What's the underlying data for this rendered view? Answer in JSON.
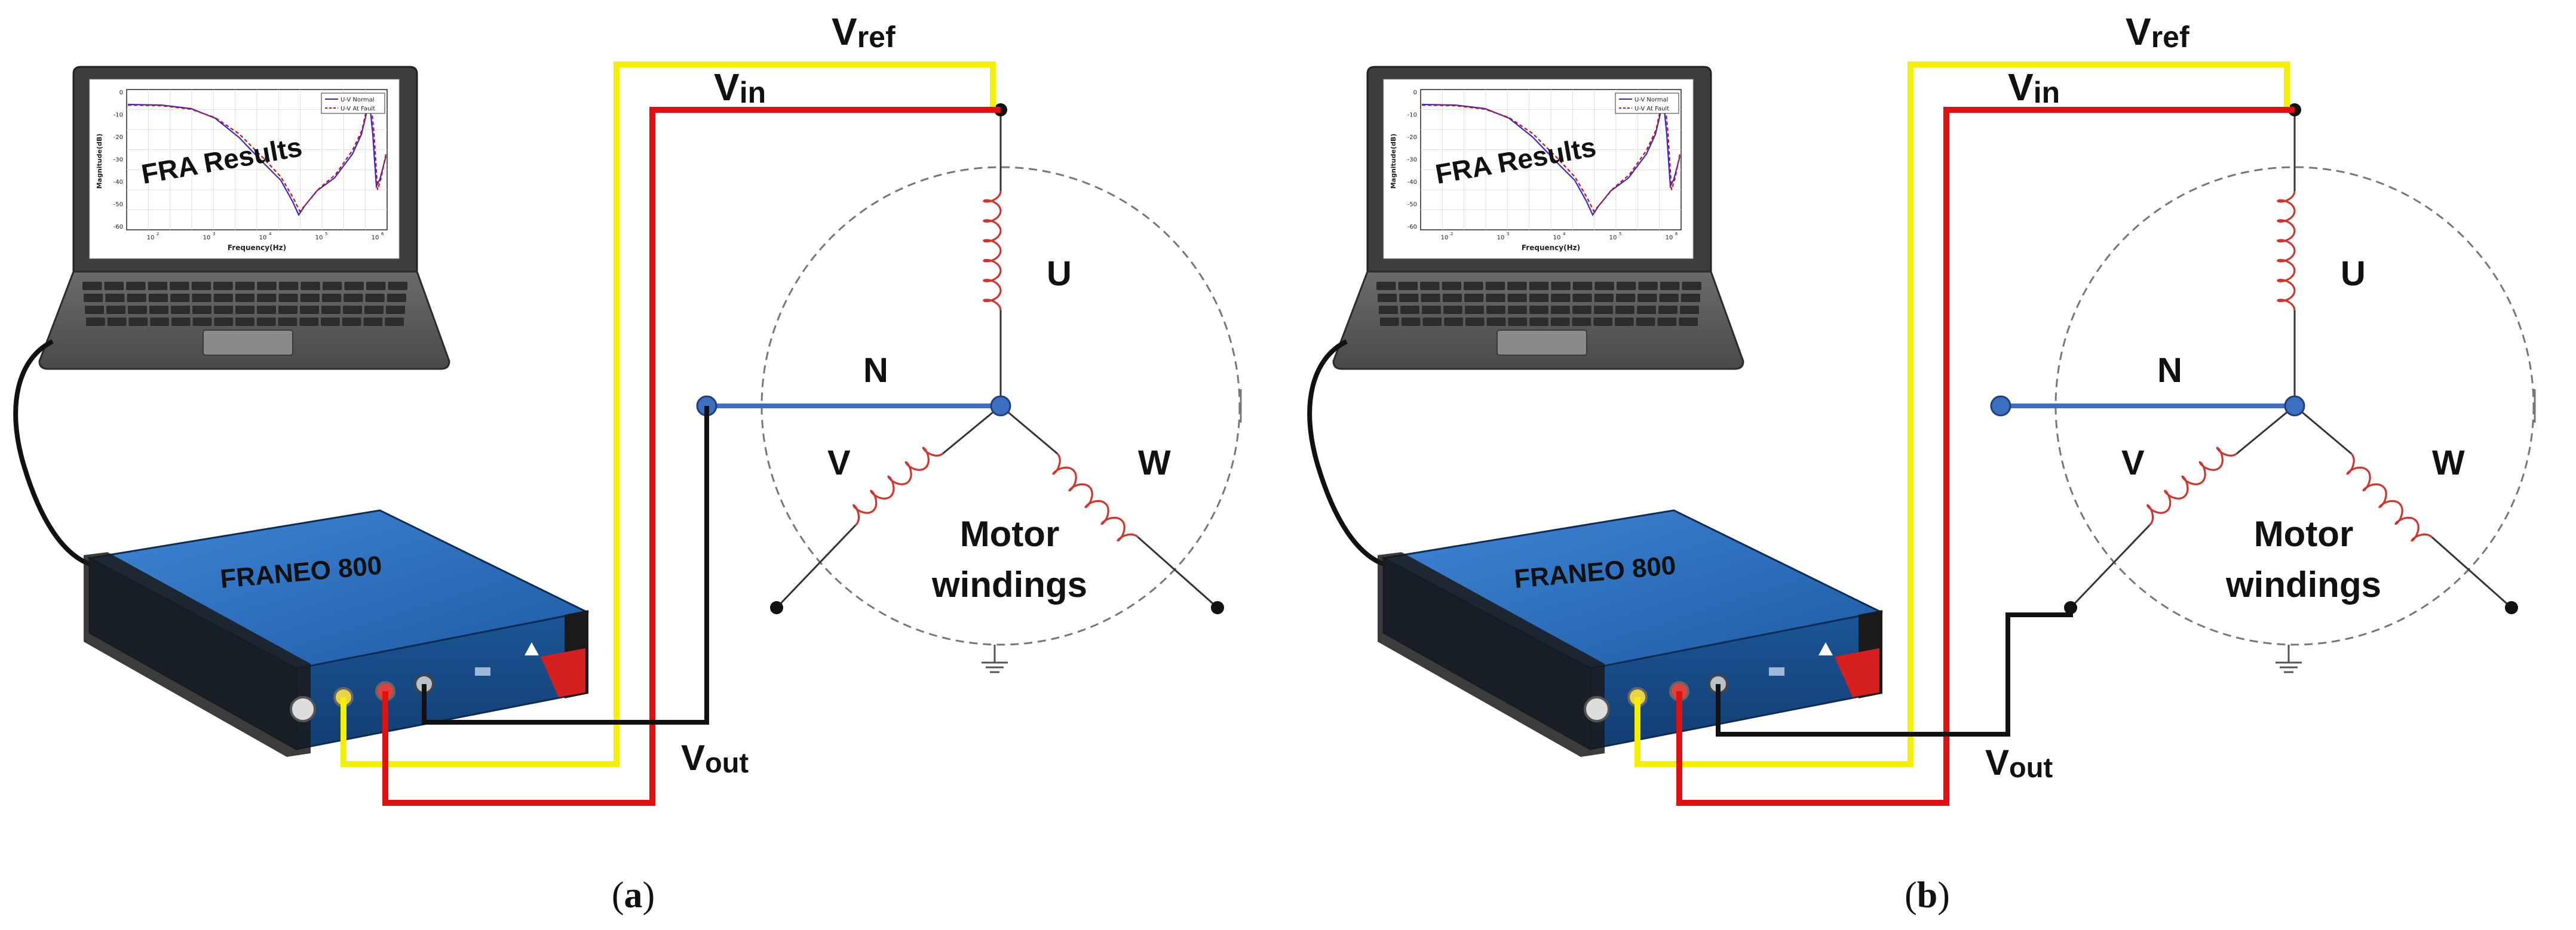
{
  "labels": {
    "vref": "V",
    "vref_sub": "ref",
    "vin": "V",
    "vin_sub": "in",
    "vout": "V",
    "vout_sub": "out",
    "u": "U",
    "v": "V",
    "w": "W",
    "n": "N",
    "motor_line1": "Motor",
    "motor_line2": "windings",
    "device": "FRANEO 800",
    "fra": "FRA Results",
    "plot_ylabel": "Magnitude(dB)",
    "plot_xlabel": "Frequency(Hz)",
    "legend_1": "U-V Normal",
    "legend_2": "U-V At Fault",
    "yticks": [
      "0",
      "-10",
      "-20",
      "-30",
      "-40",
      "-50",
      "-60"
    ],
    "xticks": [
      "10",
      "10",
      "10",
      "10",
      "10"
    ],
    "xtick_exps": [
      "2",
      "3",
      "4",
      "5",
      "6"
    ]
  },
  "panels": [
    {
      "id": "a",
      "caption_letter": "a",
      "caption_open": "(",
      "caption_close": ")"
    },
    {
      "id": "b",
      "caption_letter": "b",
      "caption_open": "(",
      "caption_close": ")"
    }
  ],
  "colors": {
    "vref_wire": "#f5f000",
    "vin_wire": "#e01010",
    "vout_wire": "#111111",
    "neutral": "#3d6fc0",
    "coil": "#d0342c",
    "device_body": "#1f5fa8",
    "laptop": "#5a5a5a"
  }
}
